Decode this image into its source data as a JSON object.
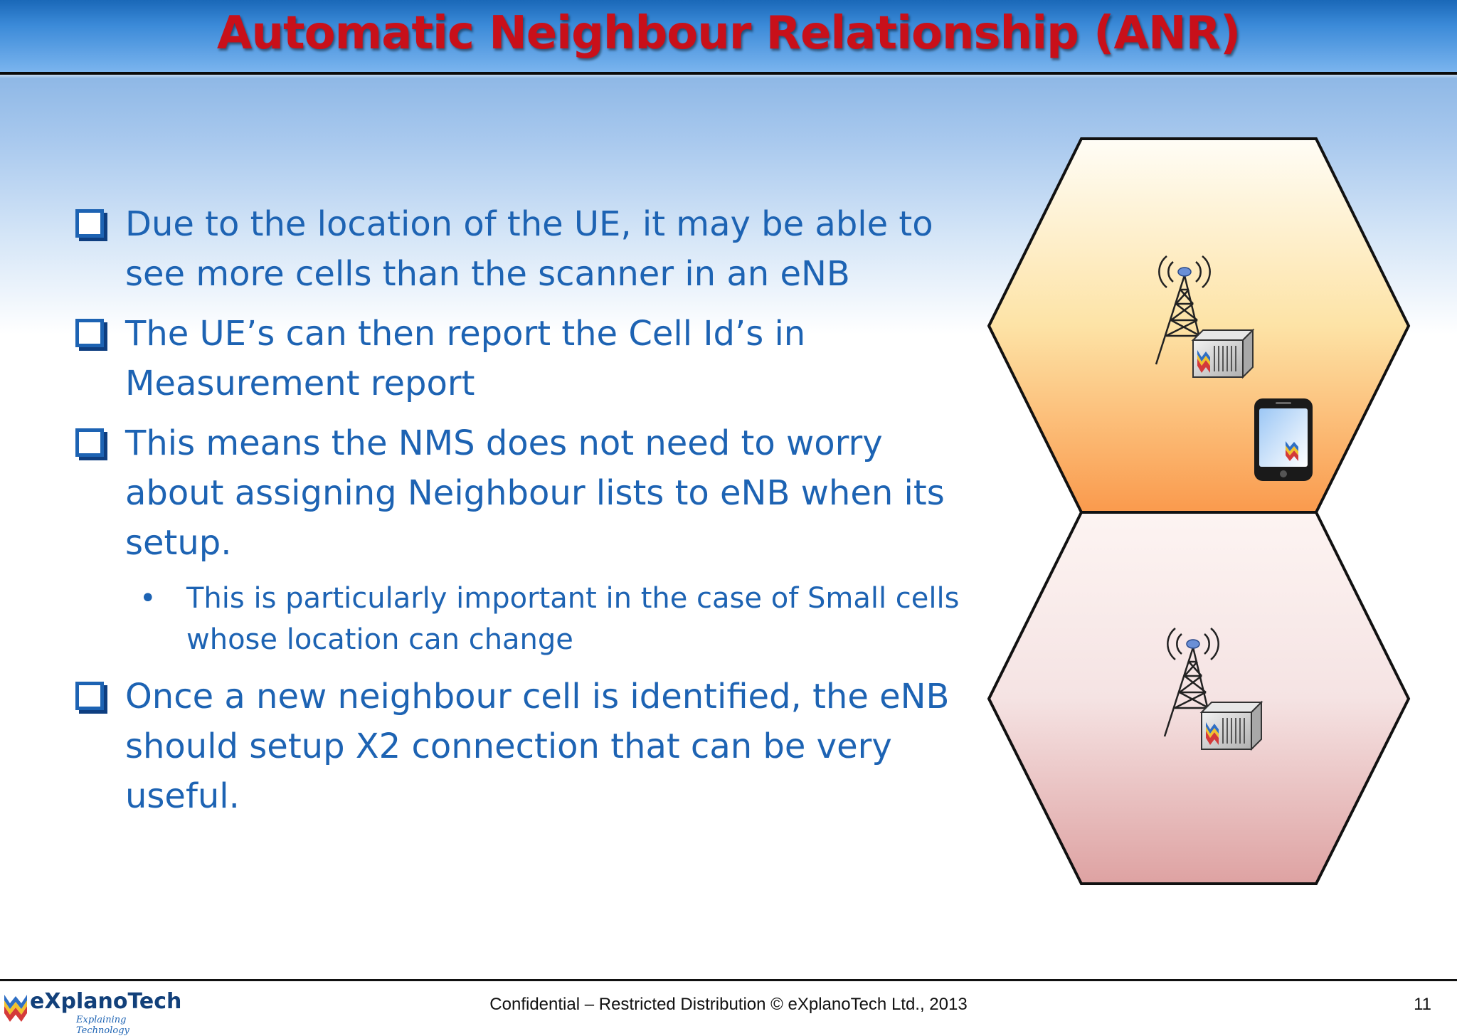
{
  "header": {
    "title": "Automatic Neighbour Relationship (ANR)"
  },
  "content": {
    "bullets": [
      {
        "lines": [
          "Due to the location of the UE, it may be able to",
          "see more cells than the scanner in an eNB"
        ]
      },
      {
        "lines": [
          "The UE’s can then report the Cell Id’s in",
          "Measurement report"
        ]
      },
      {
        "lines": [
          "This means the NMS does not need to worry",
          "about assigning Neighbour lists to eNB when its",
          "setup."
        ]
      },
      {
        "lines": [
          "Once a new neighbour cell is identified, the eNB",
          "should setup X2 connection that can be very",
          "useful."
        ]
      }
    ],
    "sub_bullet": {
      "marker": "•",
      "lines": [
        "This is particularly important in the case of Small cells",
        "whose location can change"
      ]
    }
  },
  "footer": {
    "text": "Confidential – Restricted Distribution © eXplanoTech Ltd., 2013",
    "page_number": "11",
    "logo_name": "eXplanoTech",
    "logo_tagline": "Explaining Technology"
  },
  "colors": {
    "title": "#c8101a",
    "body_text": "#1d63b3",
    "title_bar": "#2a7bcc",
    "cell_top": "#fbb26a",
    "cell_bottom": "#e0a8a8"
  },
  "icons": [
    "checkbox-bullet-icon",
    "cell-tower-icon",
    "enb-cabinet-icon",
    "mobile-phone-icon",
    "explanotech-logo-icon"
  ]
}
